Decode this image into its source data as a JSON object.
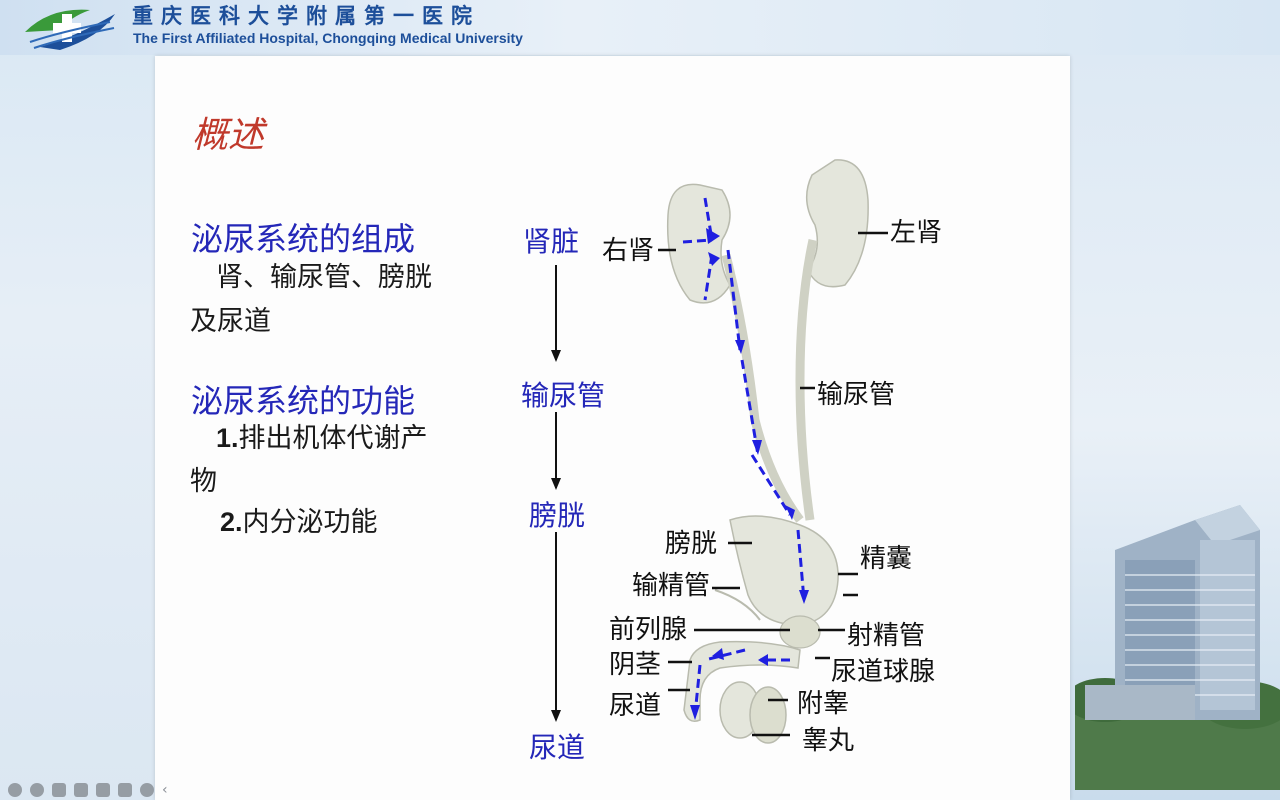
{
  "header": {
    "hospital_name_cn": "重庆医科大学附属第一医院",
    "hospital_name_en": "The First Affiliated Hospital, Chongqing Medical University"
  },
  "slide": {
    "title": "概述",
    "composition": {
      "heading": "泌尿系统的组成",
      "line1": "肾、输尿管、膀胱",
      "line2": "及尿道"
    },
    "function": {
      "heading": "泌尿系统的功能",
      "item1_num": "1.",
      "item1_text": "排出机体代谢产",
      "item1_cont": "物",
      "item2_num": "2.",
      "item2_text": "内分泌功能"
    },
    "flow": [
      "肾脏",
      "输尿管",
      "膀胱",
      "尿道"
    ],
    "labels": {
      "right_kidney": "右肾",
      "left_kidney": "左肾",
      "ureter": "输尿管",
      "bladder": "膀胱",
      "seminal_vesicle": "精囊",
      "vas_deferens": "输精管",
      "prostate": "前列腺",
      "ejaculatory_duct": "射精管",
      "penis": "阴茎",
      "bulbourethral_gland": "尿道球腺",
      "urethra": "尿道",
      "epididymis": "附睾",
      "testis": "睾丸"
    }
  },
  "colors": {
    "title": "#c0392b",
    "heading": "#2427b8",
    "arrow": "#1f1fe0",
    "brand": "#1d4f9a"
  },
  "toolbar": {
    "icons": [
      "pointer-icon",
      "pen-icon",
      "highlighter-icon",
      "zoom-icon",
      "screen-icon",
      "notes-icon",
      "more-icon",
      "chevron-left-icon"
    ]
  }
}
